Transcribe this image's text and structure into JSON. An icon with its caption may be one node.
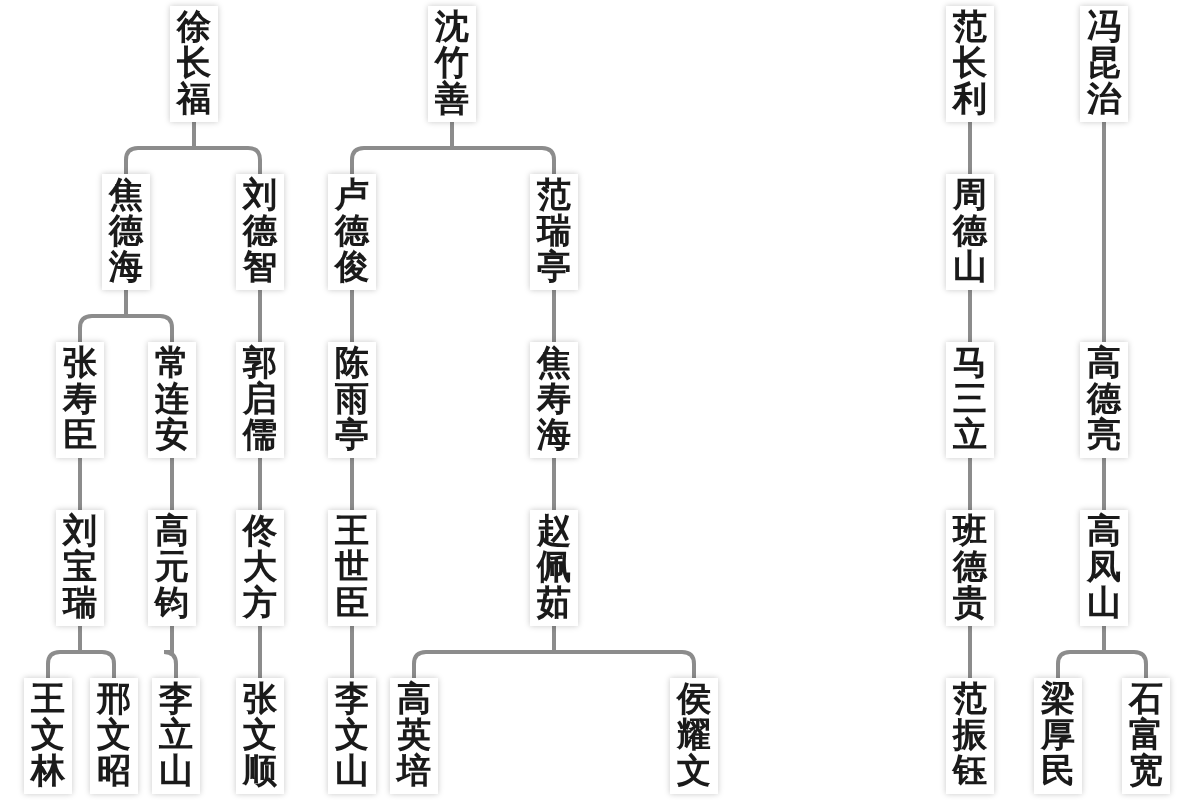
{
  "diagram": {
    "nodes": [
      {
        "text": [
          "徐长福"
        ]
      },
      {
        "text": [
          "焦德海"
        ]
      },
      {
        "text": [
          "刘德智"
        ]
      },
      {
        "text": [
          "张寿臣"
        ]
      },
      {
        "text": [
          "常连安"
        ]
      },
      {
        "text": [
          "郭启儒"
        ]
      },
      {
        "text": [
          "刘宝瑞"
        ]
      },
      {
        "text": [
          "高元钧"
        ]
      },
      {
        "text": [
          "佟大方"
        ]
      },
      {
        "text": [
          "王文林"
        ]
      },
      {
        "text": [
          "邢文昭"
        ]
      },
      {
        "text": [
          "李立山"
        ]
      },
      {
        "text": [
          "张文顺"
        ]
      },
      {
        "text": [
          "沈竹善"
        ]
      },
      {
        "text": [
          "卢德俊"
        ]
      },
      {
        "text": [
          "范瑞亭"
        ]
      },
      {
        "text": [
          "陈雨亭"
        ]
      },
      {
        "text": [
          "焦寿海"
        ]
      },
      {
        "text": [
          "王世臣"
        ]
      },
      {
        "text": [
          "赵佩茹"
        ]
      },
      {
        "text": [
          "李文山"
        ]
      },
      {
        "text": [
          "高英培"
        ]
      },
      {
        "text": [
          "侯耀文"
        ]
      },
      {
        "text": [
          "范长利"
        ]
      },
      {
        "text": [
          "周德山"
        ]
      },
      {
        "text": [
          "马三立"
        ]
      },
      {
        "text": [
          "班德贵"
        ]
      },
      {
        "text": [
          "范振钰"
        ]
      },
      {
        "text": [
          "冯昆治"
        ]
      },
      {
        "text": [
          "高德亮"
        ]
      },
      {
        "text": [
          "高凤山"
        ]
      },
      {
        "text": [
          "梁厚民"
        ]
      },
      {
        "text": [
          "石富宽"
        ]
      }
    ],
    "edges": [
      {
        "from": 0,
        "to": 1,
        "arrow": "none"
      },
      {
        "from": 0,
        "to": 2,
        "arrow": "none"
      },
      {
        "from": 1,
        "to": 3,
        "arrow": "none"
      },
      {
        "from": 1,
        "to": 4,
        "arrow": "none"
      },
      {
        "from": 2,
        "to": 5,
        "arrow": "none"
      },
      {
        "from": 3,
        "to": 6,
        "arrow": "none"
      },
      {
        "from": 4,
        "to": 7,
        "arrow": "none"
      },
      {
        "from": 5,
        "to": 8,
        "arrow": "none"
      },
      {
        "from": 6,
        "to": 9,
        "arrow": "none"
      },
      {
        "from": 6,
        "to": 10,
        "arrow": "none"
      },
      {
        "from": 7,
        "to": 11,
        "arrow": "none"
      },
      {
        "from": 8,
        "to": 12,
        "arrow": "none"
      },
      {
        "from": 13,
        "to": 14,
        "arrow": "none"
      },
      {
        "from": 13,
        "to": 15,
        "arrow": "none"
      },
      {
        "from": 14,
        "to": 16,
        "arrow": "none"
      },
      {
        "from": 15,
        "to": 17,
        "arrow": "none"
      },
      {
        "from": 16,
        "to": 18,
        "arrow": "none"
      },
      {
        "from": 17,
        "to": 19,
        "arrow": "none"
      },
      {
        "from": 18,
        "to": 20,
        "arrow": "none"
      },
      {
        "from": 19,
        "to": 21,
        "arrow": "none"
      },
      {
        "from": 19,
        "to": 22,
        "arrow": "none"
      },
      {
        "from": 23,
        "to": 24,
        "arrow": "none"
      },
      {
        "from": 24,
        "to": 25,
        "arrow": "none"
      },
      {
        "from": 25,
        "to": 26,
        "arrow": "none"
      },
      {
        "from": 26,
        "to": 27,
        "arrow": "none"
      },
      {
        "from": 28,
        "to": 29,
        "arrow": "none"
      },
      {
        "from": 29,
        "to": 30,
        "arrow": "none"
      },
      {
        "from": 30,
        "to": 31,
        "arrow": "none"
      },
      {
        "from": 30,
        "to": 32,
        "arrow": "none"
      }
    ]
  }
}
